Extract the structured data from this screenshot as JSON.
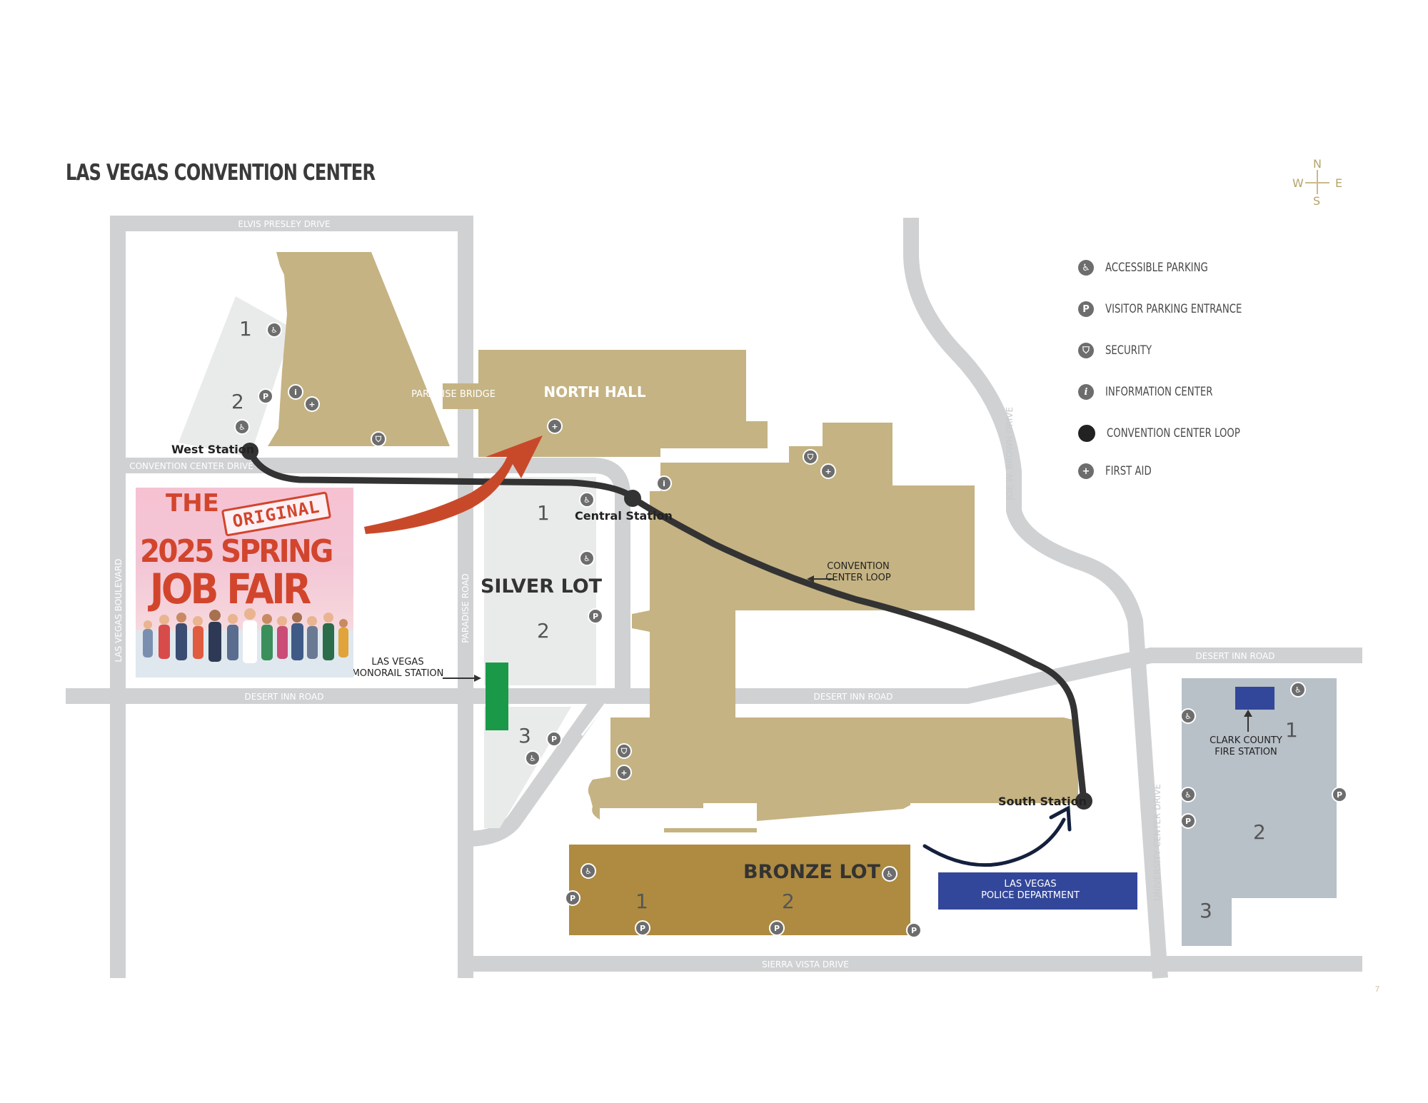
{
  "title": "LAS VEGAS CONVENTION CENTER",
  "compass": {
    "n": "N",
    "s": "S",
    "e": "E",
    "w": "W"
  },
  "legend": [
    {
      "icon": "accessible-icon",
      "glyph": "♿",
      "label": "ACCESSIBLE PARKING"
    },
    {
      "icon": "parking-icon",
      "glyph": "P",
      "label": "VISITOR PARKING ENTRANCE"
    },
    {
      "icon": "security-icon",
      "glyph": "⛉",
      "label": "SECURITY"
    },
    {
      "icon": "info-icon",
      "glyph": "i",
      "label": "INFORMATION CENTER"
    },
    {
      "icon": "loop-station-icon",
      "glyph": "",
      "label": "CONVENTION CENTER LOOP"
    },
    {
      "icon": "first-aid-icon",
      "glyph": "+",
      "label": "FIRST AID"
    }
  ],
  "roads": {
    "elvis_presley": "ELVIS PRESLEY DRIVE",
    "convention_center": "CONVENTION CENTER DRIVE",
    "las_vegas_blvd": "LAS VEGAS BOULEVARD",
    "paradise_road": "PARADISE ROAD",
    "desert_inn_west": "DESERT INN ROAD",
    "desert_inn_center": "DESERT INN ROAD",
    "desert_inn_east": "DESERT INN ROAD",
    "joe_brown": "JOE W. BROWN DRIVE",
    "university_center": "UNIVERSITY CENTER DRIVE",
    "sierra_vista": "SIERRA VISTA DRIVE"
  },
  "labels": {
    "paradise_bridge": "PARADISE BRIDGE",
    "north_hall": "NORTH HALL",
    "silver_lot": "SILVER LOT",
    "bronze_lot": "BRONZE LOT",
    "monorail_line1": "LAS VEGAS",
    "monorail_line2": "MONORAIL STATION",
    "loop_line1": "CONVENTION",
    "loop_line2": "CENTER LOOP",
    "police_line1": "LAS VEGAS",
    "police_line2": "POLICE DEPARTMENT",
    "fire_line1": "CLARK COUNTY",
    "fire_line2": "FIRE STATION"
  },
  "stations": {
    "west": "West Station",
    "central": "Central Station",
    "south": "South Station"
  },
  "lot_numbers": {
    "west_1": "1",
    "west_2": "2",
    "silver_1": "1",
    "silver_2": "2",
    "silver_3": "3",
    "bronze_1": "1",
    "bronze_2": "2",
    "east_1": "1",
    "east_2": "2",
    "east_3": "3"
  },
  "promo": {
    "the": "THE",
    "stamp": "ORIGINAL",
    "year": "2025 SPRING",
    "event": "JOB FAIR"
  },
  "page_number": "7",
  "colors": {
    "building": "#c5b383",
    "bronze_lot": "#ae8b40",
    "road": "#cfd1d3",
    "lot_light": "#e8ebea",
    "east_lot": "#b8c0c8",
    "police": "#33479a",
    "monorail": "#1a9a49",
    "loop": "#333333",
    "promo_red": "#d2452d",
    "arrow_red": "#c8492a",
    "arrow_navy": "#14213d"
  }
}
